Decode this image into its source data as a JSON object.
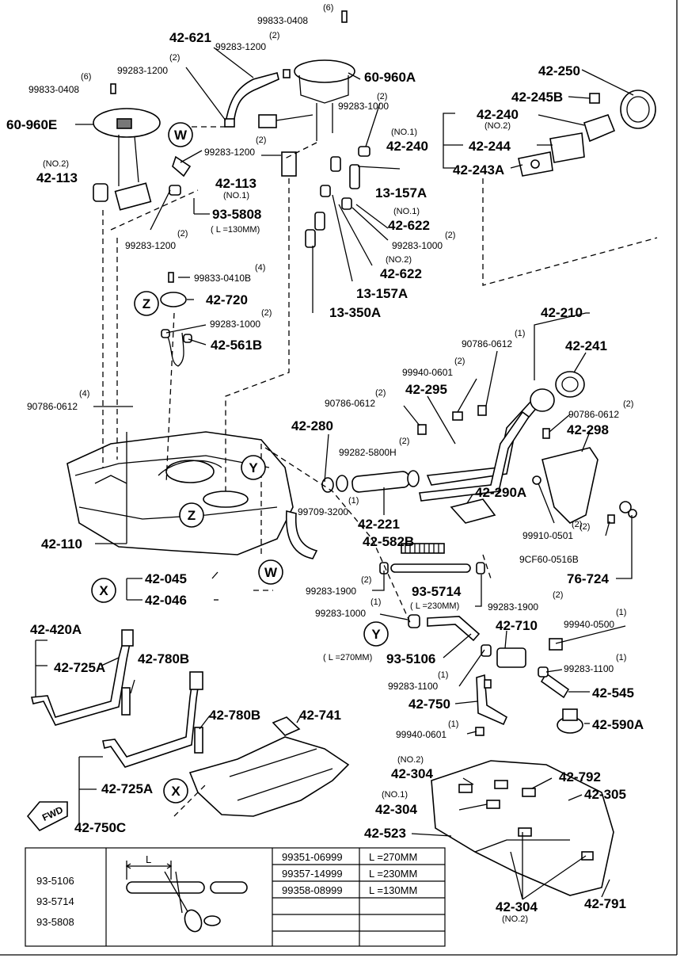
{
  "labels": {
    "p99833_0408_top": "99833-0408",
    "q6_top": "(6)",
    "p42_621": "42-621",
    "p99283_1200_a": "99283-1200",
    "q2_a": "(2)",
    "p60_960a": "60-960A",
    "p42_250": "42-250",
    "p42_245b": "42-245B",
    "p42_240_a": "42-240",
    "no2_a": "(NO.2)",
    "no1_a": "(NO.1)",
    "p42_240_b": "42-240",
    "p42_244": "42-244",
    "p42_243a": "42-243A",
    "p99283_1000_a": "99283-1000",
    "q2_b": "(2)",
    "q6_left": "(6)",
    "p99833_0408_left": "99833-0408",
    "q2_c": "(2)",
    "p99283_1200_b": "99283-1200",
    "p60_960e": "60-960E",
    "p99283_1200_c": "99283-1200",
    "q2_d": "(2)",
    "no2_b": "(NO.2)",
    "p42_113_a": "42-113",
    "p42_113_b": "42-113",
    "no1_b": "(NO.1)",
    "p13_157a_a": "13-157A",
    "no1_c": "(NO.1)",
    "p42_622_a": "42-622",
    "p93_5808": "93-5808",
    "len130": "( L =130MM)",
    "p99283_1000_b": "99283-1000",
    "q2_e": "(2)",
    "p99283_1200_d": "99283-1200",
    "q2_f": "(2)",
    "no2_c": "(NO.2)",
    "p42_622_b": "42-622",
    "p99833_0410b": "99833-0410B",
    "q4_a": "(4)",
    "p13_157a_b": "13-157A",
    "p42_720": "42-720",
    "p13_350a": "13-350A",
    "p99283_1000_c": "99283-1000",
    "q2_g": "(2)",
    "p42_561b": "42-561B",
    "p42_210": "42-210",
    "p90786_0612_a": "90786-0612",
    "q1_a": "(1)",
    "p42_241": "42-241",
    "p99940_0601_a": "99940-0601",
    "q2_h": "(2)",
    "p42_295": "42-295",
    "q4_b": "(4)",
    "p90786_0612_b": "90786-0612",
    "p90786_0612_c": "90786-0612",
    "q2_i": "(2)",
    "p90786_0612_d": "90786-0612",
    "q2_j": "(2)",
    "p42_280": "42-280",
    "p42_298": "42-298",
    "p99282_5800h": "99282-5800H",
    "q2_k": "(2)",
    "p42_290a": "42-290A",
    "q1_b": "(1)",
    "p99709_3200": "99709-3200",
    "p42_221": "42-221",
    "p99910_0501": "99910-0501",
    "q2_l": "(2)",
    "p9cf60_0516b": "9CF60-0516B",
    "q2_m": "(2)",
    "p42_110": "42-110",
    "p42_582b": "42-582B",
    "p42_045": "42-045",
    "p76_724": "76-724",
    "p42_046": "42-046",
    "p99283_1900_a": "99283-1900",
    "q2_n": "(2)",
    "p93_5714": "93-5714",
    "len230": "( L =230MM)",
    "p99283_1900_b": "99283-1900",
    "q2_o": "(2)",
    "p99283_1000_d": "99283-1000",
    "q1_c": "(1)",
    "p42_710": "42-710",
    "p99940_0500": "99940-0500",
    "q1_d": "(1)",
    "p42_420a": "42-420A",
    "p42_725a_a": "42-725A",
    "p42_780b_a": "42-780B",
    "len270": "( L =270MM)",
    "p93_5106": "93-5106",
    "p99283_1100_a": "99283-1100",
    "q1_e": "(1)",
    "q1_f": "(1)",
    "p99283_1100_b": "99283-1100",
    "p42_545": "42-545",
    "p42_750": "42-750",
    "p42_780b_b": "42-780B",
    "p42_741": "42-741",
    "q1_g": "(1)",
    "p99940_0601_b": "99940-0601",
    "p42_590a": "42-590A",
    "no2_d": "(NO.2)",
    "p42_304_a": "42-304",
    "p42_792": "42-792",
    "p42_305": "42-305",
    "no1_d": "(NO.1)",
    "p42_304_b": "42-304",
    "p42_725a_b": "42-725A",
    "p42_750c": "42-750C",
    "p42_523": "42-523",
    "p42_304_c": "42-304",
    "no2_e": "(NO.2)",
    "p42_791": "42-791",
    "fwd": "FWD",
    "circ_w1": "W",
    "circ_w2": "W",
    "circ_z1": "Z",
    "circ_z2": "Z",
    "circ_y1": "Y",
    "circ_y2": "Y",
    "circ_x1": "X",
    "circ_x2": "X"
  },
  "hose_table": {
    "parts": [
      "93-5106",
      "93-5714",
      "93-5808"
    ],
    "dim_label": "L",
    "rows": [
      {
        "code": "99351-06999",
        "length": "L =270MM"
      },
      {
        "code": "99357-14999",
        "length": "L =230MM"
      },
      {
        "code": "99358-08999",
        "length": "L =130MM"
      }
    ]
  }
}
